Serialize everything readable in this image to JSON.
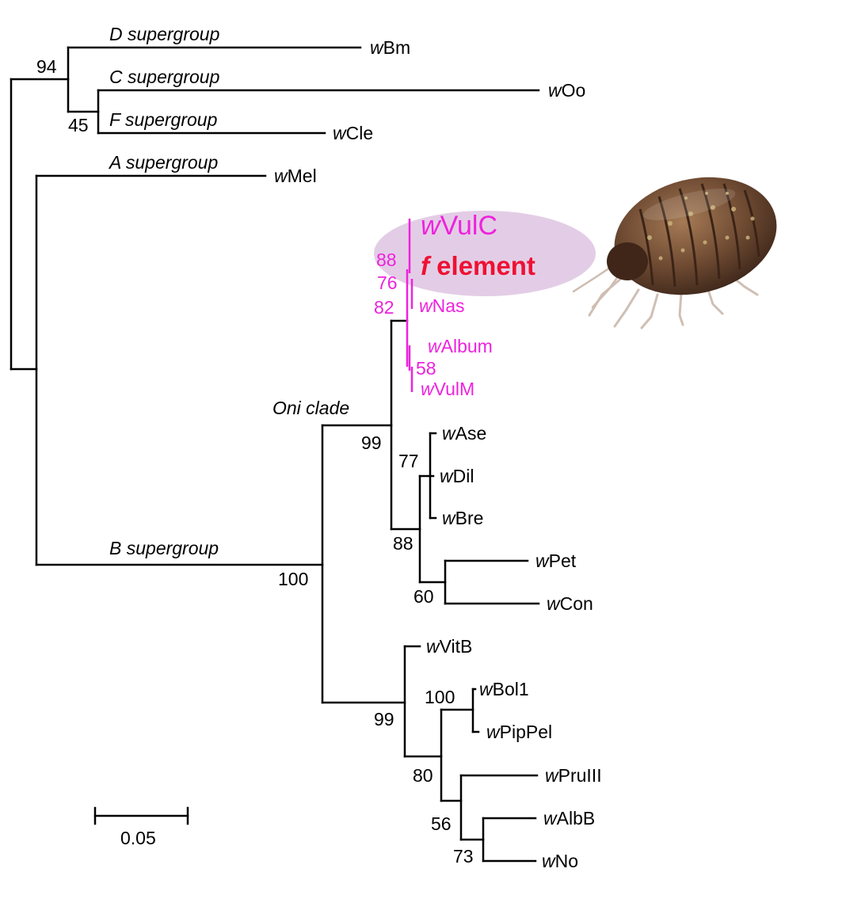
{
  "tree": {
    "supergroups": {
      "d": "D supergroup",
      "c": "C supergroup",
      "f": "F supergroup",
      "a": "A supergroup",
      "b": "B supergroup",
      "oni": "Oni clade"
    },
    "taxa": {
      "bm": {
        "prefix": "w",
        "name": "Bm"
      },
      "oo": {
        "prefix": "w",
        "name": "Oo"
      },
      "cle": {
        "prefix": "w",
        "name": "Cle"
      },
      "mel": {
        "prefix": "w",
        "name": "Mel"
      },
      "vulc": {
        "prefix": "w",
        "name": "VulC"
      },
      "felem": {
        "prefix": "f",
        "name": " element"
      },
      "nas": {
        "prefix": "w",
        "name": "Nas"
      },
      "album": {
        "prefix": "w",
        "name": "Album"
      },
      "vulm": {
        "prefix": "w",
        "name": "VulM"
      },
      "ase": {
        "prefix": "w",
        "name": "Ase"
      },
      "dil": {
        "prefix": "w",
        "name": "Dil"
      },
      "bre": {
        "prefix": "w",
        "name": "Bre"
      },
      "pet": {
        "prefix": "w",
        "name": "Pet"
      },
      "con": {
        "prefix": "w",
        "name": "Con"
      },
      "vitb": {
        "prefix": "w",
        "name": "VitB"
      },
      "bol1": {
        "prefix": "w",
        "name": "Bol1"
      },
      "pippel": {
        "prefix": "w",
        "name": "PipPel"
      },
      "pruiii": {
        "prefix": "w",
        "name": "PruIII"
      },
      "albb": {
        "prefix": "w",
        "name": "AlbB"
      },
      "no": {
        "prefix": "w",
        "name": "No"
      }
    },
    "bootstrap": {
      "dc": "94",
      "cf": "45",
      "b_root": "100",
      "oni": "99",
      "vul_top": "88",
      "vul_mid": "76",
      "vul_low": "82",
      "album_vulm": "58",
      "ase_dil": "77",
      "oni_sub": "88",
      "pet_con": "60",
      "vitb_clade": "99",
      "bol_pip": "100",
      "pru_clade": "80",
      "albb_clade": "56",
      "albb_no": "73"
    },
    "scale_bar": "0.05"
  },
  "colors": {
    "highlight": "#ee22dd",
    "f_element": "#ee1133",
    "ellipse": "#e3cde6",
    "line": "#000000"
  },
  "illustration": "pill-bug (woodlouse) photo"
}
